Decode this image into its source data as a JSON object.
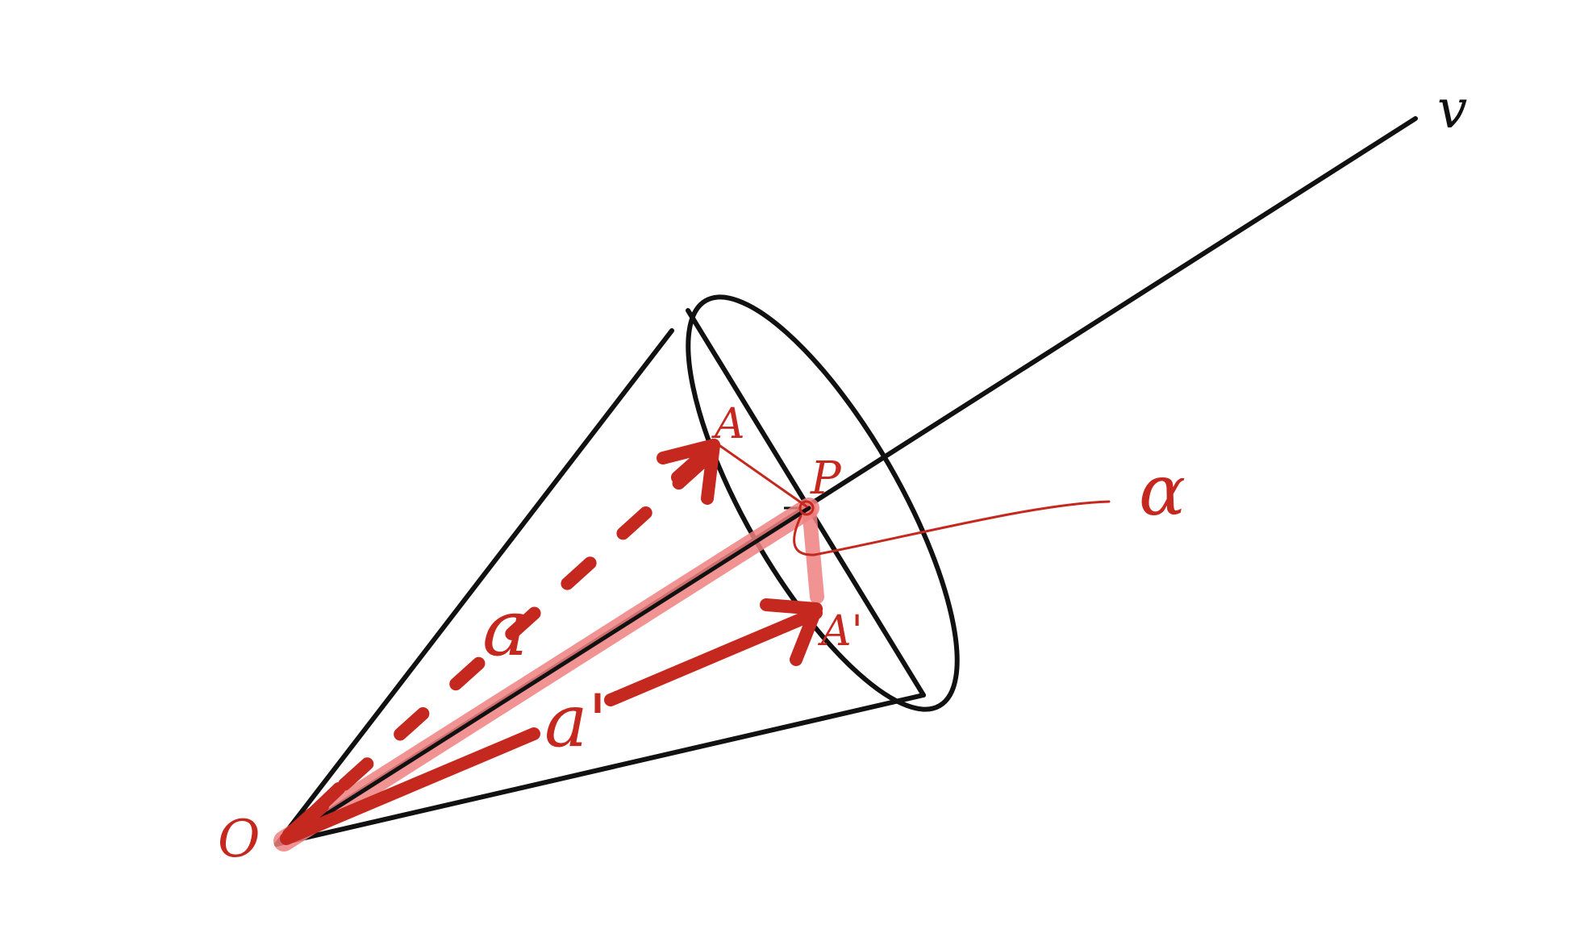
{
  "labels": {
    "origin": "O",
    "axis": "v",
    "point_a": "A",
    "point_p": "P",
    "point_a_prime": "A'",
    "vector_a": "a",
    "vector_a_prime": "a'",
    "angle": "α"
  },
  "colors": {
    "ink": "#111111",
    "red": "#c4281f",
    "red_highlight": "#f08080",
    "background": "#ffffff"
  }
}
